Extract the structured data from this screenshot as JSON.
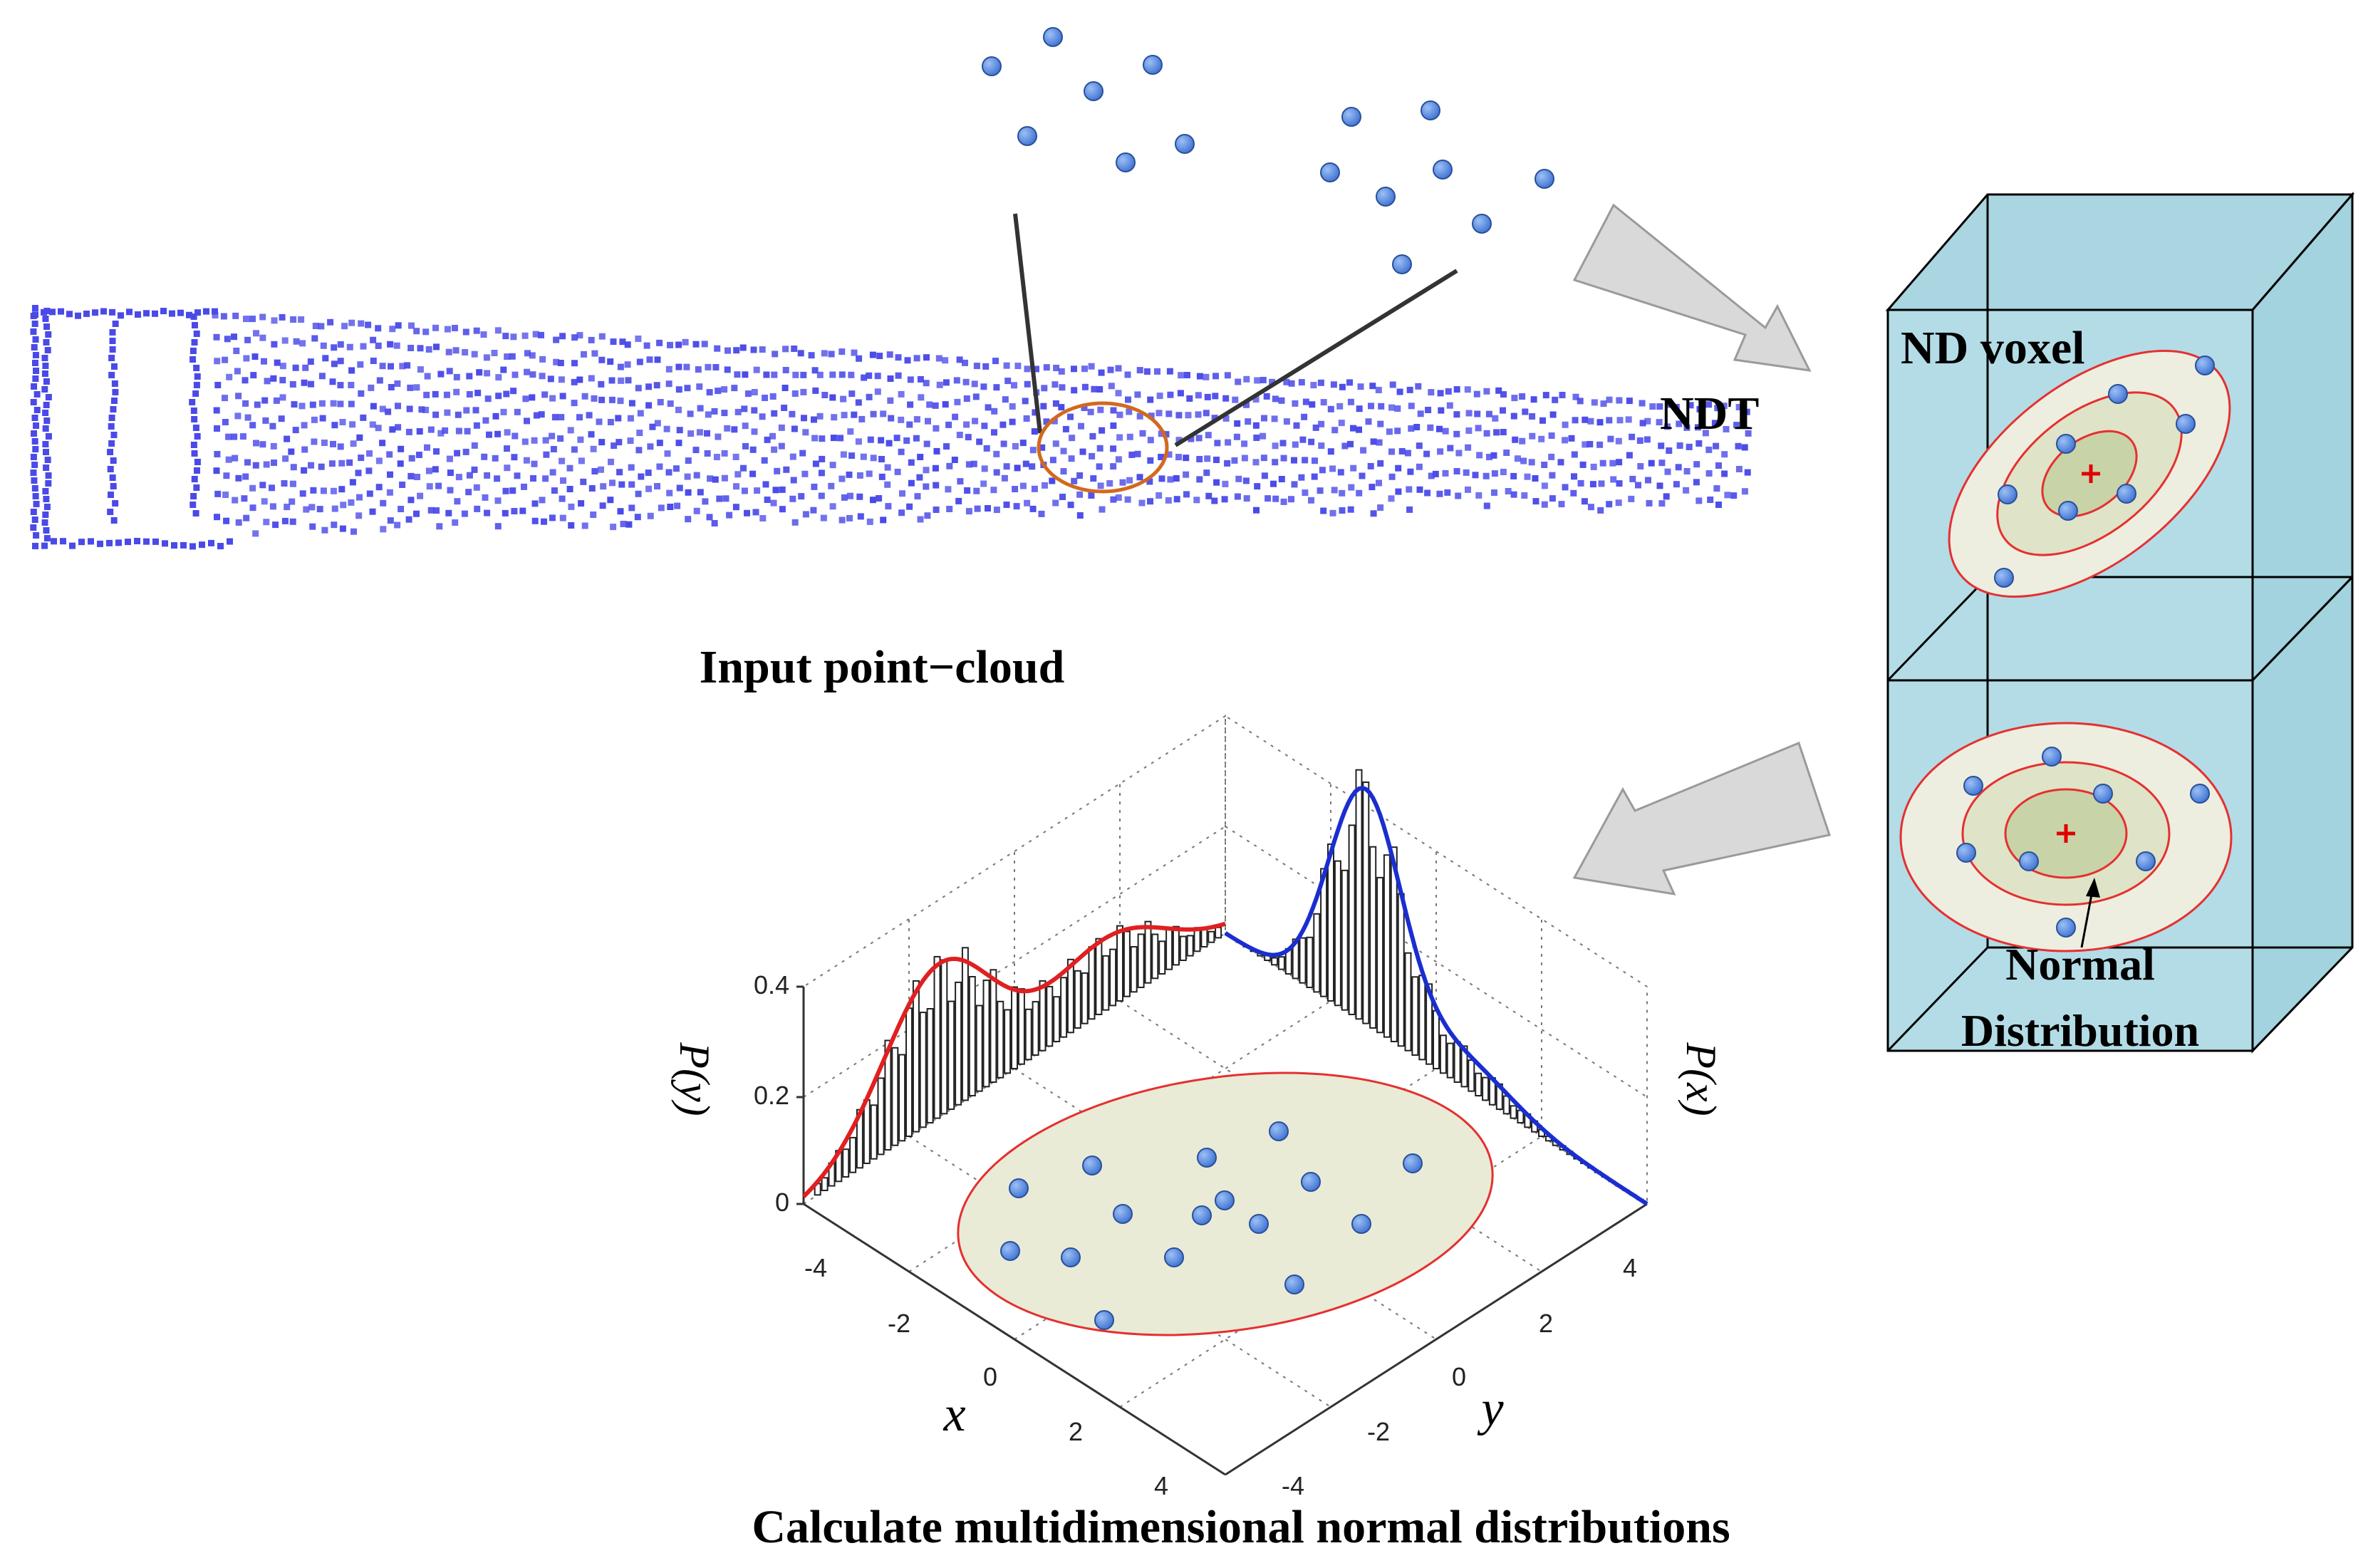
{
  "labels": {
    "input": "Input point−cloud",
    "ndt": "NDT",
    "nd_voxel": "ND voxel",
    "normal_1": "Normal",
    "normal_2": "Distribution",
    "calc": "Calculate multidimensional normal distributions"
  },
  "plot": {
    "z_ticks": [
      "0.4",
      "0.2",
      "0"
    ],
    "x_ticks": [
      "-4",
      "-2",
      "0",
      "2",
      "4"
    ],
    "y_ticks": [
      "4",
      "2",
      "0",
      "-2",
      "-4"
    ],
    "x_axis": "x",
    "y_axis": "y",
    "p_y": "P(y)",
    "p_x": "P(x)"
  },
  "colors": {
    "point": "#5b8fe0",
    "cloud": "#4a4ae8",
    "ellipse_stroke": "#e53030",
    "ellipse_fill": "#e8ebd9",
    "voxel": "#b3dce6",
    "curve_x": "#e02020",
    "curve_y": "#1a2ed0",
    "arrow": "#d8d8d8"
  },
  "icons": [
    "red-plus-icon",
    "gray-arrow-icon"
  ]
}
